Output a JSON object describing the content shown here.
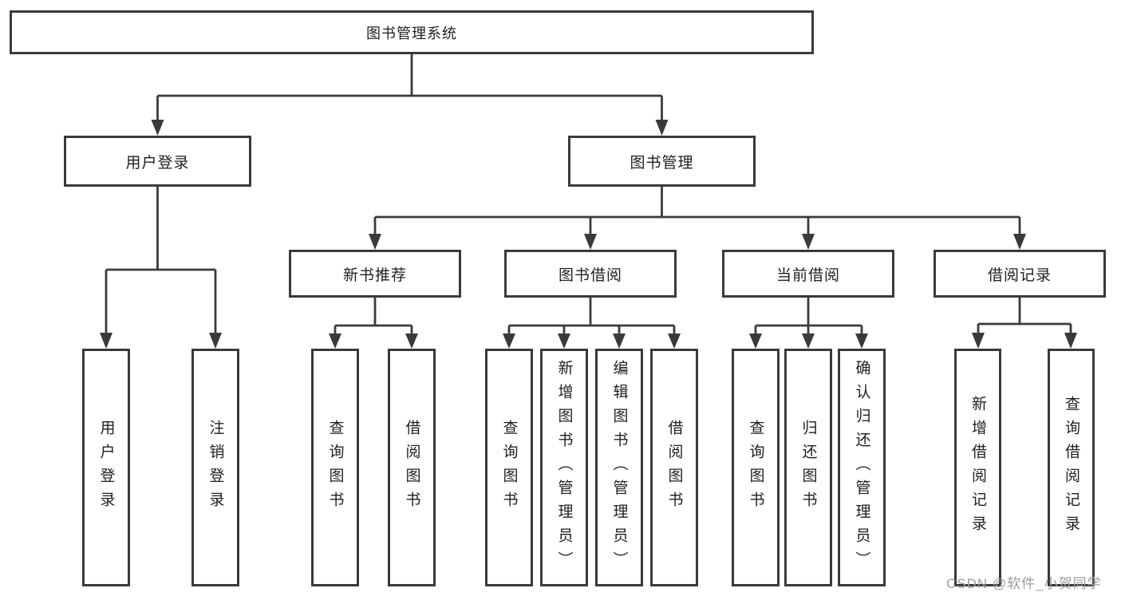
{
  "tree": {
    "root": "图书管理系统",
    "branches": [
      {
        "label": "用户登录",
        "leaves": [
          "用户登录",
          "注销登录"
        ]
      },
      {
        "label": "图书管理",
        "groups": [
          {
            "label": "新书推荐",
            "leaves": [
              "查询图书",
              "借阅图书"
            ]
          },
          {
            "label": "图书借阅",
            "leaves": [
              "查询图书",
              "新增图书（管理员）",
              "编辑图书（管理员）",
              "借阅图书"
            ]
          },
          {
            "label": "当前借阅",
            "leaves": [
              "查询图书",
              "归还图书",
              "确认归还（管理员）"
            ]
          },
          {
            "label": "借阅记录",
            "leaves": [
              "新增借阅记录",
              "查询借阅记录"
            ]
          }
        ]
      }
    ]
  },
  "watermark": {
    "text": "CSDN @软件_小贺同学"
  },
  "colors": {
    "line": "#3a3a3a",
    "text": "#1f1f1f",
    "watermark": "#9c9c9c",
    "background": "#ffffff"
  }
}
